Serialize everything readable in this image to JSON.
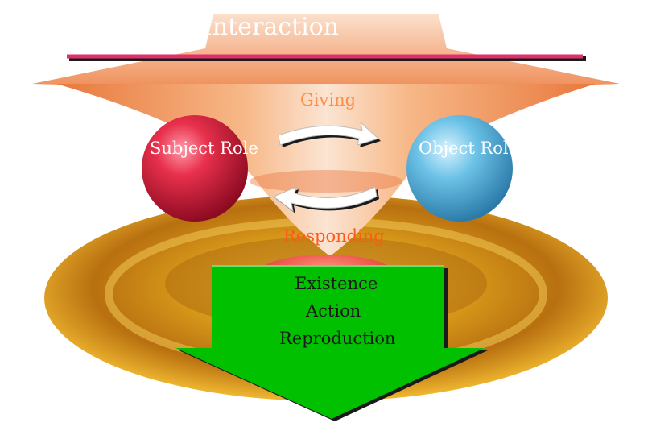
{
  "diagram": {
    "title": "Interaction",
    "cycle_top_label": "Giving",
    "cycle_bottom_label": "Responding",
    "subject_role": "Subject Role",
    "object_role": "Object Role",
    "results": [
      "Existence",
      "Action",
      "Reproduction"
    ]
  },
  "colors": {
    "subject_sphere": "#d81e3c",
    "object_sphere": "#5ab4d8",
    "result_arrow": "#00c000",
    "title_line": "#e0306a",
    "base_disc": "#e0a020",
    "funnel": "#f08040"
  },
  "icons": {
    "giving_arrow": "curved-right-arrow-icon",
    "responding_arrow": "curved-left-arrow-icon"
  }
}
